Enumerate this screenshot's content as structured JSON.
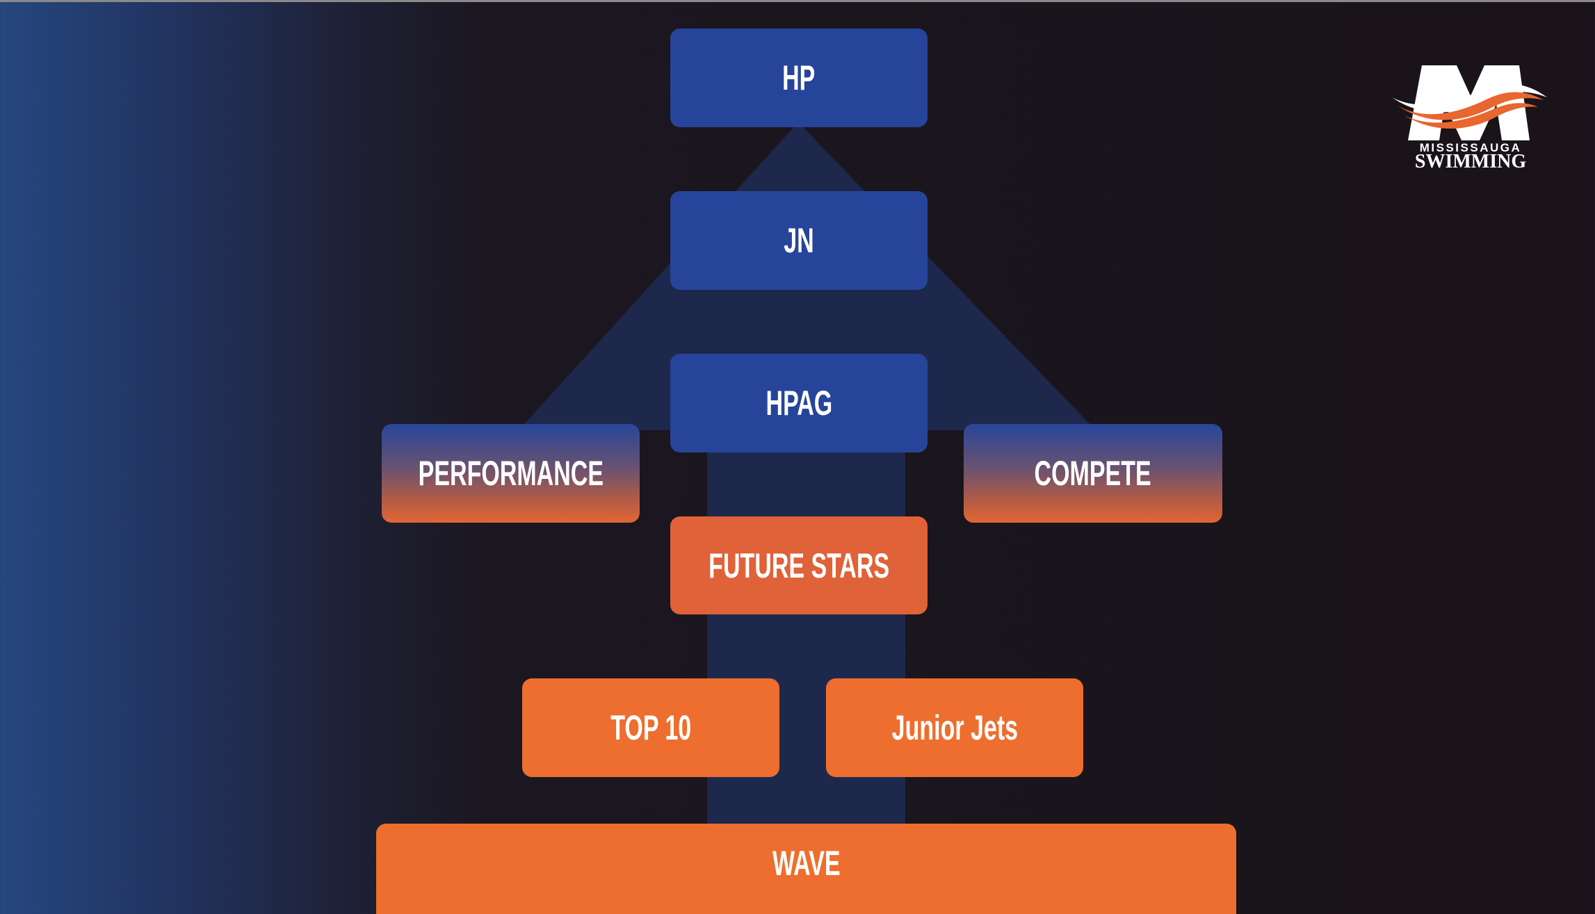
{
  "diagram": {
    "levels": {
      "hp": "HP",
      "jn": "JN",
      "hpag": "HPAG",
      "performance": "PERFORMANCE",
      "compete": "COMPETE",
      "future_stars": "FUTURE STARS",
      "top10": "TOP 10",
      "junior_jets": "Junior Jets",
      "wave": "WAVE"
    }
  },
  "logo": {
    "line1": "MISSISSAUGA",
    "line2": "SWIMMING"
  },
  "colors": {
    "blue": "#26459a",
    "orange": "#ed6e2f",
    "dark_orange": "#e06238",
    "background": "#1a1319"
  }
}
